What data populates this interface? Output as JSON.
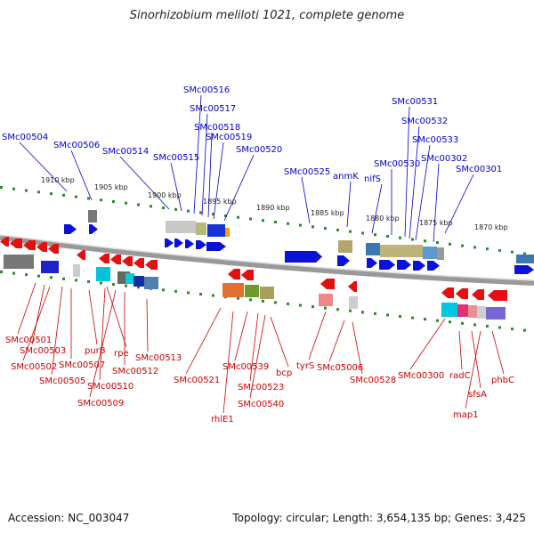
{
  "title": "Sinorhizobium meliloti 1021, complete genome",
  "accession": "Accession: NC_003047",
  "summary": "Topology: circular; Length: 3,654,135 bp; Genes: 3,425",
  "colors": {
    "forward_label": "#0000cc",
    "reverse_label": "#cc0000",
    "backbone": "#888888",
    "tick": "#2a8a2a"
  },
  "scale_labels": [
    "1910 kbp",
    "1905 kbp",
    "1900 kbp",
    "1895 kbp",
    "1890 kbp",
    "1885 kbp",
    "1880 kbp",
    "1875 kbp",
    "1870 kbp"
  ],
  "forward_genes": [
    "SMc00504",
    "SMc00506",
    "SMc00514",
    "SMc00515",
    "SMc00516",
    "SMc00517",
    "SMc00518",
    "SMc00519",
    "SMc00520",
    "SMc00525",
    "anmK",
    "nifS",
    "SMc00530",
    "SMc00531",
    "SMc00532",
    "SMc00533",
    "SMc00302",
    "SMc00301"
  ],
  "reverse_genes": [
    "SMc00501",
    "SMc00503",
    "SMc00502",
    "SMc00507",
    "SMc00505",
    "purB",
    "rpe",
    "SMc00510",
    "SMc00509",
    "SMc00512",
    "SMc00513",
    "SMc00521",
    "rhlE1",
    "SMc00539",
    "SMc00523",
    "SMc00540",
    "bcp",
    "tyrS",
    "SMc05006",
    "SMc00528",
    "SMc00300",
    "radC",
    "sfsA",
    "map1",
    "phbC"
  ]
}
